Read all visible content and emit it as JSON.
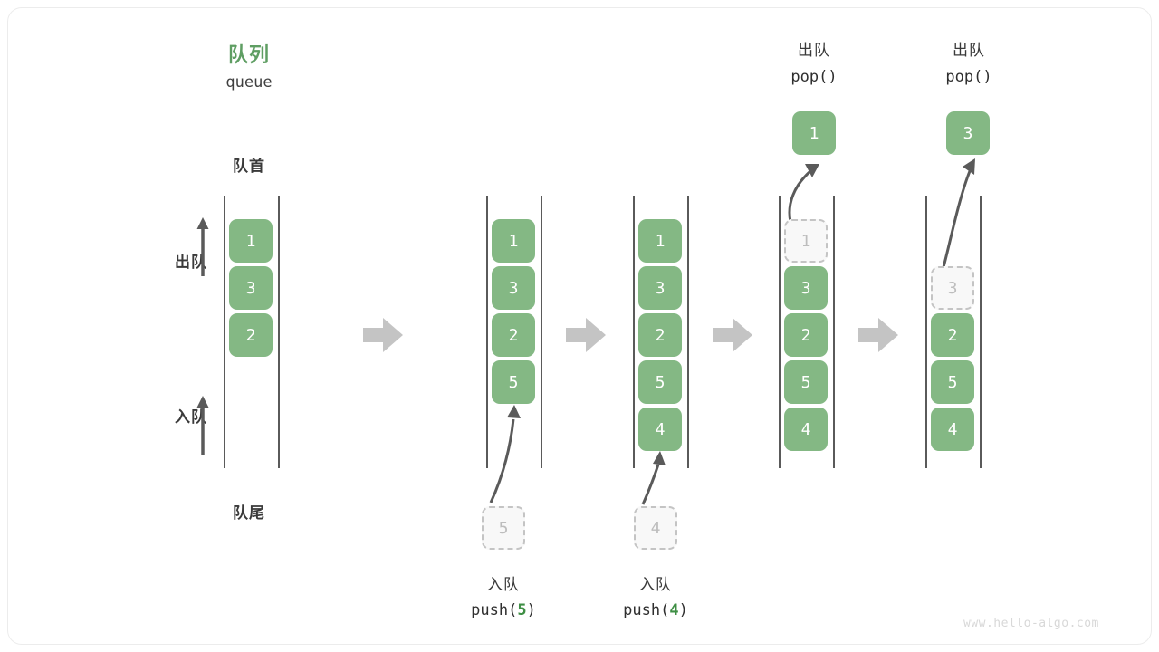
{
  "meta": {
    "footer": "www.hello-algo.com",
    "accent_green": "#84b884",
    "title_green": "#5f9e63",
    "ghost_gray": "#bdbdbd",
    "arrow_gray": "#5a5a5a",
    "step_arrow_gray": "#c4c4c4"
  },
  "header": {
    "title_cn": "队列",
    "title_en": "queue"
  },
  "labels": {
    "front": "队首",
    "rear": "队尾",
    "dequeue": "出队",
    "enqueue": "入队"
  },
  "diagram": {
    "type": "queue-operation-sequence",
    "steps": [
      {
        "id": "step-1-initial",
        "cells": [
          "1",
          "3",
          "2"
        ],
        "ghost_index": null,
        "ghost_value": null,
        "caption_cn": null,
        "caption_code": null,
        "incoming_value": null,
        "popped_value": null,
        "pop_caption_cn": null,
        "pop_caption_code": null
      },
      {
        "id": "step-2-push-5",
        "cells": [
          "1",
          "3",
          "2",
          "5"
        ],
        "ghost_index": null,
        "ghost_value": null,
        "caption_cn": "入队",
        "caption_code": "push(5)",
        "caption_code_prefix": "push(",
        "caption_code_arg": "5",
        "caption_code_suffix": ")",
        "incoming_value": "5",
        "popped_value": null,
        "pop_caption_cn": null,
        "pop_caption_code": null
      },
      {
        "id": "step-3-push-4",
        "cells": [
          "1",
          "3",
          "2",
          "5",
          "4"
        ],
        "ghost_index": null,
        "ghost_value": null,
        "caption_cn": "入队",
        "caption_code": "push(4)",
        "caption_code_prefix": "push(",
        "caption_code_arg": "4",
        "caption_code_suffix": ")",
        "incoming_value": "4",
        "popped_value": null,
        "pop_caption_cn": null,
        "pop_caption_code": null
      },
      {
        "id": "step-4-pop-1",
        "cells": [
          "1",
          "3",
          "2",
          "5",
          "4"
        ],
        "ghost_index": 0,
        "ghost_value": "1",
        "caption_cn": null,
        "caption_code": null,
        "incoming_value": null,
        "popped_value": "1",
        "pop_caption_cn": "出队",
        "pop_caption_code": "pop()"
      },
      {
        "id": "step-5-pop-3",
        "cells": [
          "3",
          "2",
          "5",
          "4"
        ],
        "ghost_index": 0,
        "ghost_value": "3",
        "slot_offset": 1,
        "caption_cn": null,
        "caption_code": null,
        "incoming_value": null,
        "popped_value": "3",
        "pop_caption_cn": "出队",
        "pop_caption_code": "pop()"
      }
    ]
  }
}
